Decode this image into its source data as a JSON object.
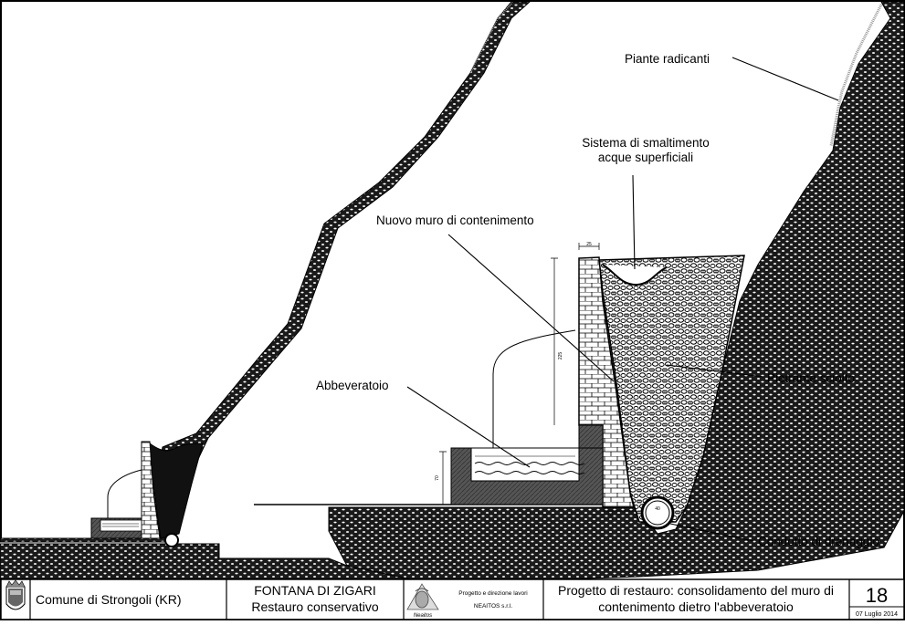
{
  "labels": {
    "piante": "Piante radicanti",
    "sistema_line1": "Sistema di smaltimento",
    "sistema_line2": "acque superficiali",
    "nuovo_muro": "Nuovo muro di contenimento",
    "abbeveratoio": "Abbeveratoio",
    "pietrame": "Pietrame sciolto",
    "condotto": "Condotto di drenaggio"
  },
  "dimensions": {
    "wall_top": "25",
    "wall_height": "225",
    "trough_height": "70",
    "base": "70",
    "pipe": "40"
  },
  "title_block": {
    "comune": "Comune di Strongoli (KR)",
    "project_title": "FONTANA DI ZIGARI",
    "project_subtitle": "Restauro conservativo",
    "designer_role": "Progetto e direzione lavori",
    "designer_name": "NEAITOS s.r.l.",
    "logo_caption": "Neaitos",
    "description_line1": "Progetto di restauro: consolidamento del muro di",
    "description_line2": "contenimento dietro l'abbeveratoio",
    "sheet_number": "18",
    "date": "07 Luglio 2014"
  },
  "colors": {
    "soil": "#1a1a1a",
    "trough": "#555555",
    "line": "#000000"
  }
}
